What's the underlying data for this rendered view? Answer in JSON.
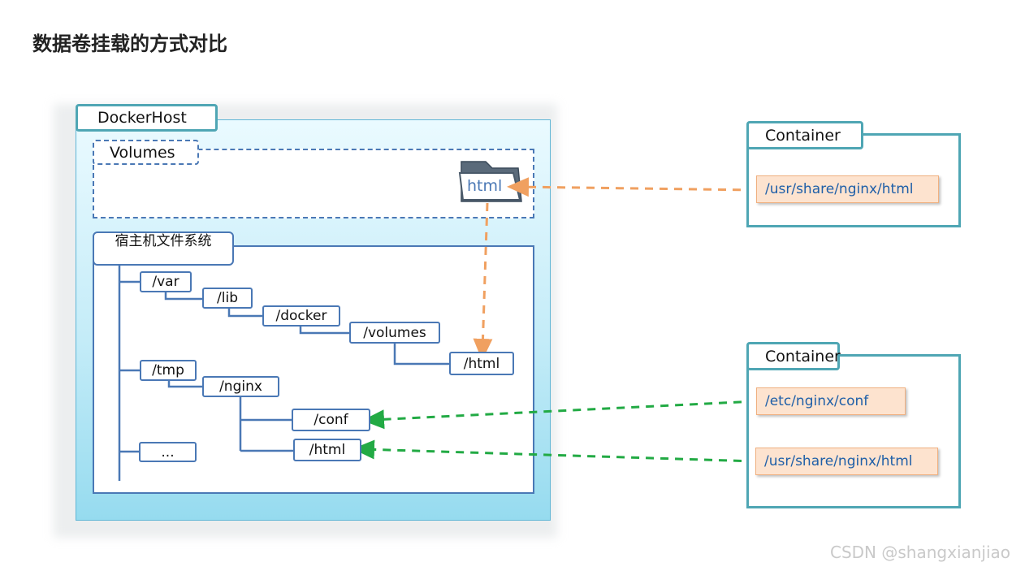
{
  "page": {
    "title": "数据卷挂载的方式对比"
  },
  "docker_host": {
    "label": "DockerHost",
    "volumes": {
      "label": "Volumes",
      "folder_label": "html"
    },
    "host_fs": {
      "label": "宿主机文件系统",
      "nodes": {
        "var": "/var",
        "lib": "/lib",
        "docker": "/docker",
        "volumes": "/volumes",
        "volumes_html": "/html",
        "tmp": "/tmp",
        "nginx": "/nginx",
        "conf": "/conf",
        "nginx_html": "/html",
        "ellipsis": "..."
      }
    }
  },
  "containers": [
    {
      "label": "Container",
      "paths": [
        "/usr/share/nginx/html"
      ]
    },
    {
      "label": "Container",
      "paths": [
        "/etc/nginx/conf",
        "/usr/share/nginx/html"
      ]
    }
  ],
  "colors": {
    "volume_link": "#f0a060",
    "bind_link": "#22aa44",
    "tree_line": "#4a78b5",
    "container_border": "#4fa6b4"
  },
  "watermark": "CSDN @shangxianjiao"
}
